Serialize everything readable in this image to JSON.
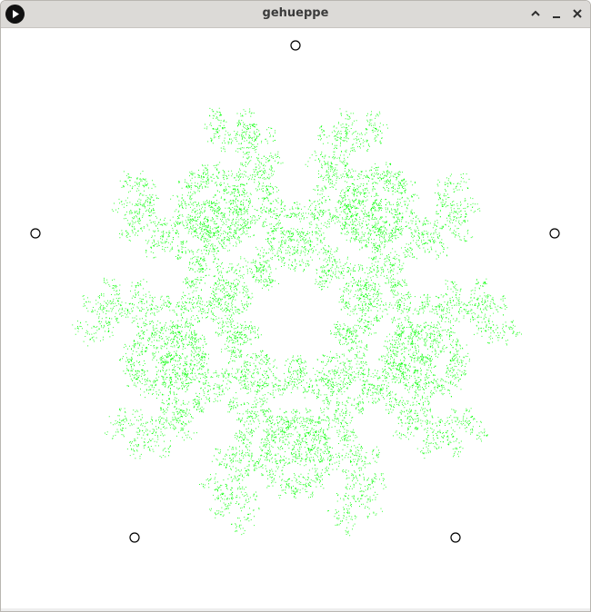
{
  "window": {
    "title": "gehueppe",
    "icons": {
      "app": "play-icon",
      "maximize": "chevron-up-icon",
      "minimize": "minimize-icon",
      "close": "close-icon"
    }
  },
  "canvas": {
    "background": "#ffffff",
    "point_color": "#00ff00",
    "vertex_color": "#000000",
    "vertex_count": 5,
    "points": 30000,
    "ratio": 0.5
  }
}
